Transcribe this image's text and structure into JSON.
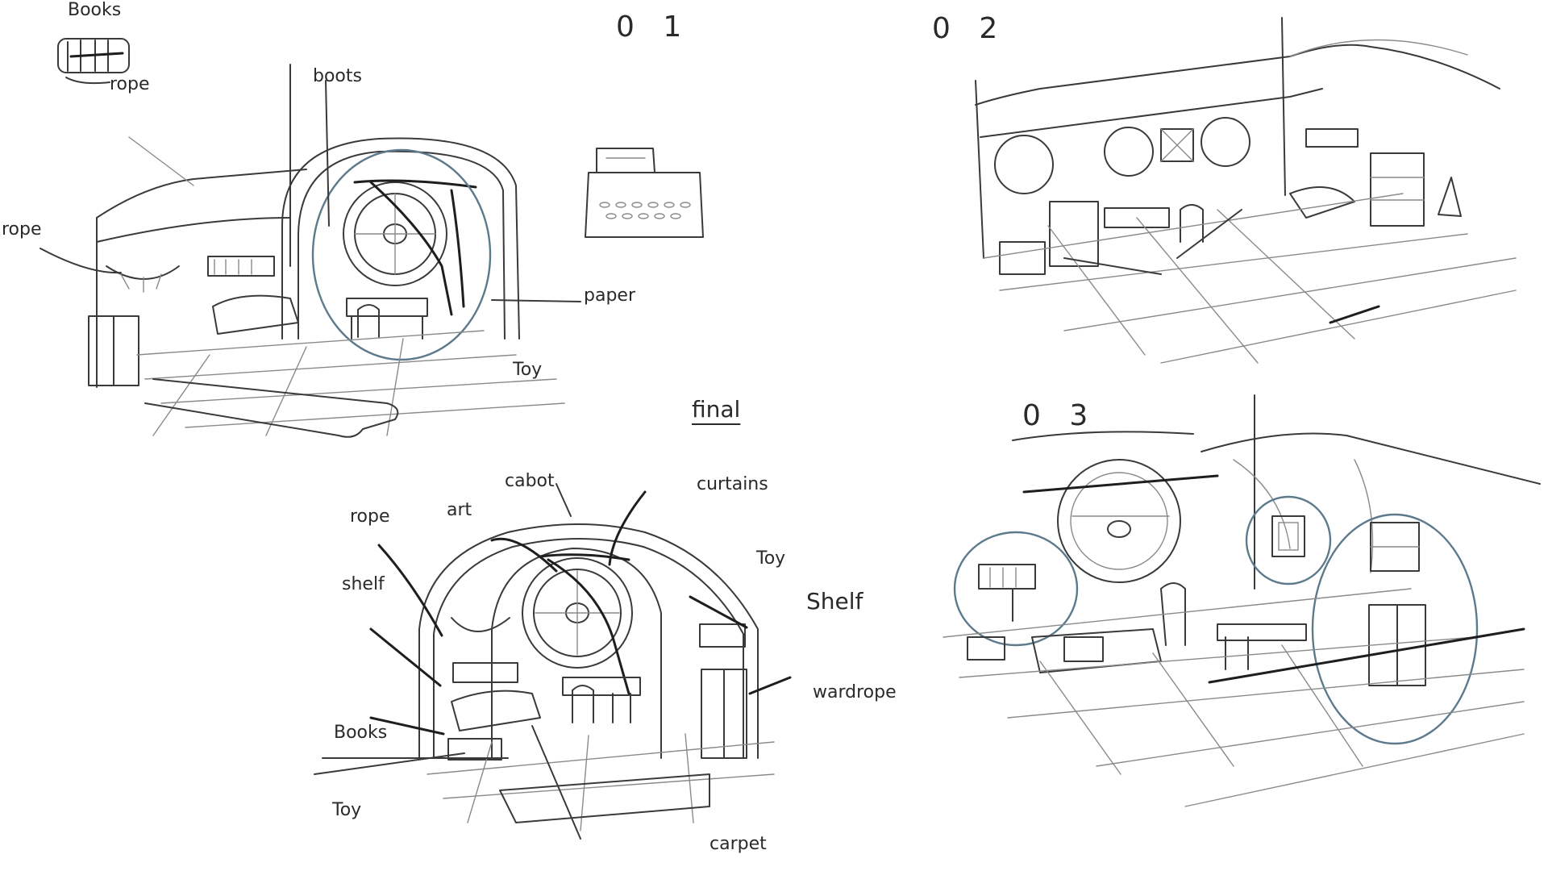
{
  "sketch_sheet": {
    "headings": {
      "thumb_01": "0 1",
      "thumb_02": "0 2",
      "thumb_03": "0 3",
      "final": "final"
    },
    "annotations_01": {
      "books_top": "Books",
      "rope_top": "rope",
      "rope_left": "rope",
      "boots": "boots",
      "paper": "paper",
      "toy": "Toy"
    },
    "annotations_final": {
      "rope": "rope",
      "art": "art",
      "cabot": "cabot",
      "curtains": "curtains",
      "toy_top": "Toy",
      "shelf_left": "shelf",
      "shelf_right": "Shelf",
      "wardrope": "wardrope",
      "books": "Books",
      "toy_bottom": "Toy",
      "carpet": "carpet"
    },
    "colors": {
      "ink": "#2a2a2a",
      "highlight_circle": "#5d7a8c",
      "paper": "#ffffff"
    }
  }
}
